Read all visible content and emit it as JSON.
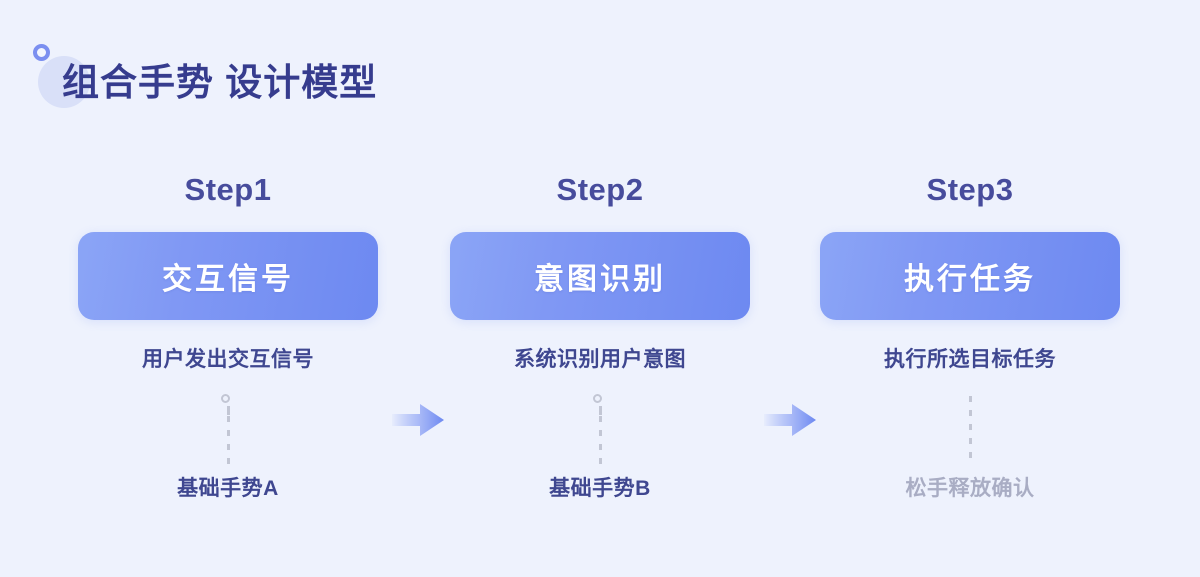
{
  "page": {
    "background_color": "#eef2fd",
    "title": "组合手势 设计模型",
    "title_color": "#363c8e"
  },
  "decoration": {
    "ring_icon": "circle-outline-icon",
    "blob_icon": "circle-filled-icon",
    "ring_color": "#7b8ff0",
    "blob_color": "#d7def8"
  },
  "flow": {
    "card_gradient_from": "#8ba5f6",
    "card_gradient_to": "#6d89f1",
    "arrow_color": "#6d89f1",
    "connector_color": "#c2c6d4",
    "muted_text_color": "#a9adc4",
    "steps": [
      {
        "step_label": "Step1",
        "card_title": "交互信号",
        "description": "用户发出交互信号",
        "base_label": "基础手势A",
        "has_ring": true,
        "muted": false
      },
      {
        "step_label": "Step2",
        "card_title": "意图识别",
        "description": "系统识别用户意图",
        "base_label": "基础手势B",
        "has_ring": true,
        "muted": false
      },
      {
        "step_label": "Step3",
        "card_title": "执行任务",
        "description": "执行所选目标任务",
        "base_label": "松手释放确认",
        "has_ring": false,
        "muted": true
      }
    ],
    "arrows": [
      {
        "name": "arrow-step1-to-step2"
      },
      {
        "name": "arrow-step2-to-step3"
      }
    ]
  }
}
